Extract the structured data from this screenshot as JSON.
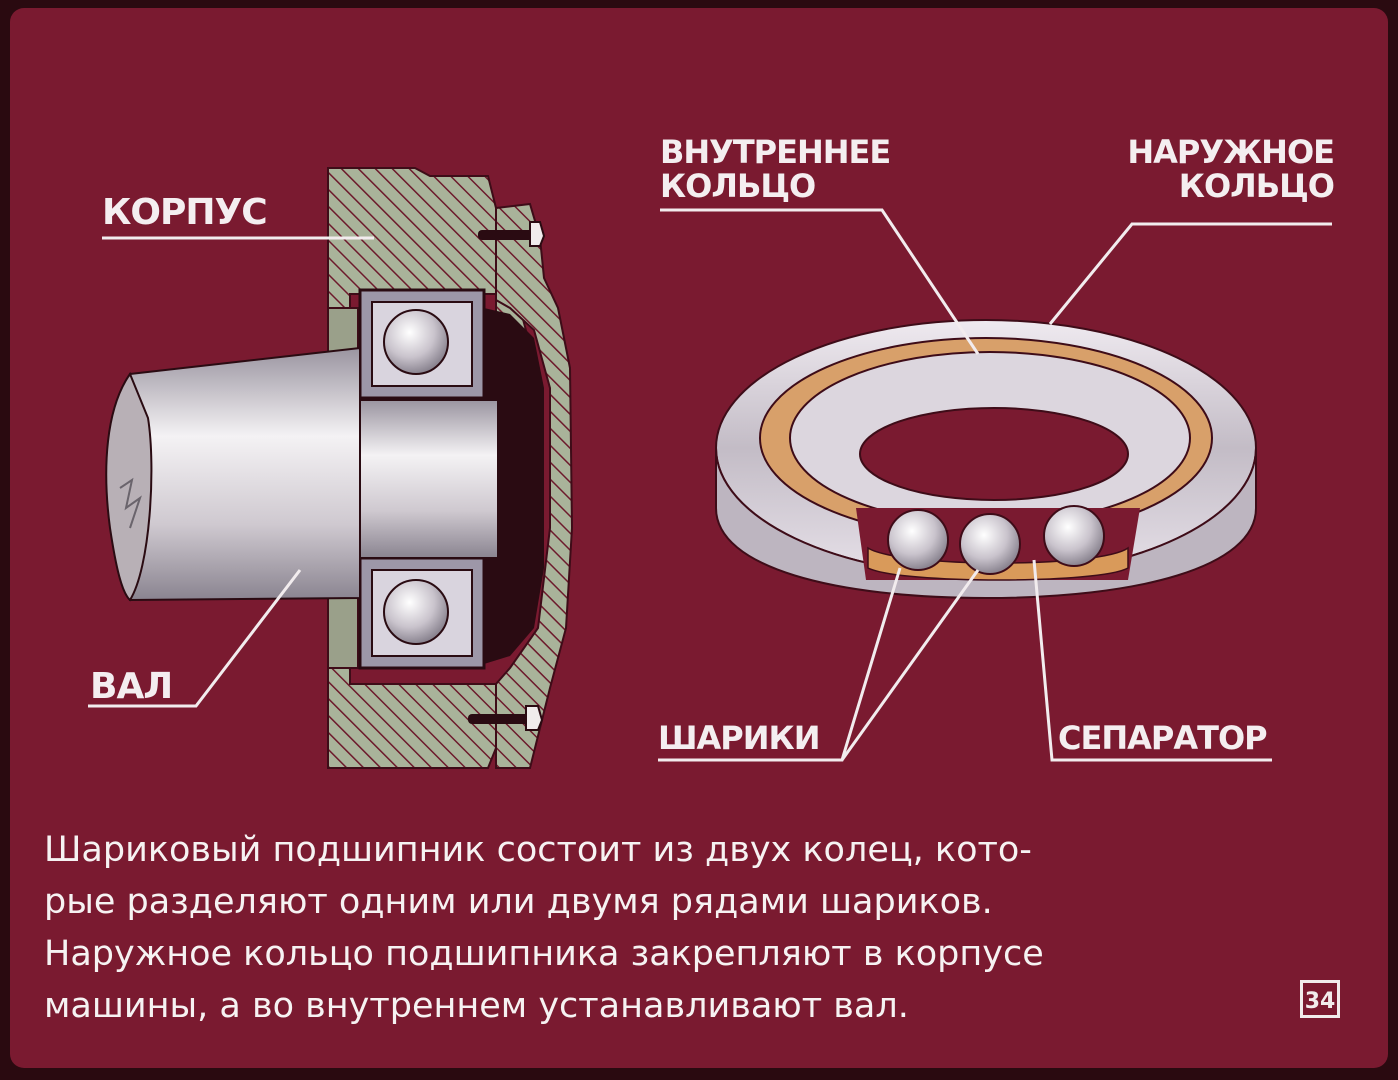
{
  "labels": {
    "housing": "КОРПУС",
    "shaft": "ВАЛ",
    "inner_ring_line1": "ВНУТРЕННЕЕ",
    "inner_ring_line2": "КОЛЬЦО",
    "outer_ring_line1": "НАРУЖНОЕ",
    "outer_ring_line2": "КОЛЬЦО",
    "balls": "ШАРИКИ",
    "separator": "СЕПАРАТОР"
  },
  "caption": {
    "line1": "Шариковый подшипник состоит из двух колец, кото-",
    "line2": "рые разделяют одним или двумя рядами шариков.",
    "line3": "Наружное кольцо подшипника закрепляют в корпусе",
    "line4": "машины, а во внутреннем устанавливают вал."
  },
  "page_number": "34",
  "colors": {
    "background": "#7a1a30",
    "metal": "#d8d2d8",
    "hatch_fill": "#a9b39a",
    "separator": "#d99a5a",
    "text": "#f4eef0"
  }
}
